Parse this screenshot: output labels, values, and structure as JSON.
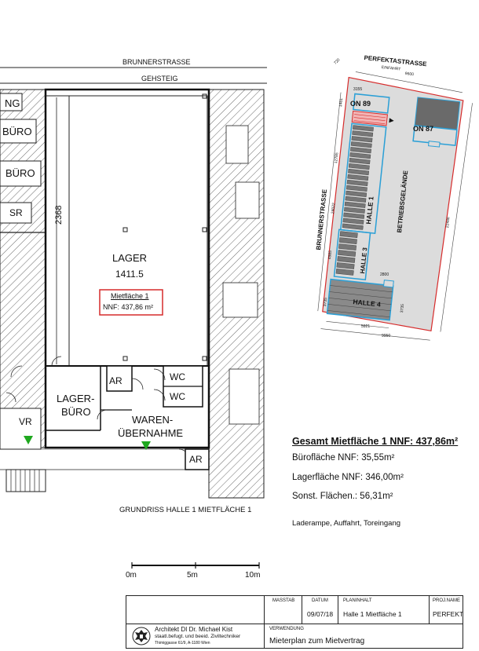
{
  "plan": {
    "street_top": "BRUNNERSTRASSE",
    "sidewalk": "GEHSTEIG",
    "left_rooms": [
      "NG",
      "BÜRO",
      "BÜRO",
      "SR"
    ],
    "dim_vertical": "2368",
    "lager_label": "LAGER",
    "lager_area": "1411.5",
    "mietflaeche_title": "Mietfläche 1",
    "mietflaeche_nnf": "NNF: 437,86 m²",
    "ar1": "AR",
    "wc1": "WC",
    "wc2": "WC",
    "lagerbuero_1": "LAGER-",
    "lagerbuero_2": "BÜRO",
    "waren_1": "WAREN-",
    "waren_2": "ÜBERNAHME",
    "ar2": "AR",
    "vr": "VR",
    "caption": "GRUNDRISS HALLE 1 MIETFLÄCHE 1"
  },
  "site": {
    "street_top": "PERFEKTASTRASSE",
    "einfahrt": "EINFAHRT",
    "dim_9600": "9600",
    "dim_3155": "3155",
    "dim_1461": "1461",
    "dim_12785": "12785",
    "dim_24022": "24022",
    "dim_4985": "4985",
    "dim_3735a": "3735",
    "dim_3735b": "3735",
    "dim_2800": "2800",
    "dim_5921": "5921",
    "dim_9950": "9950",
    "dim_22446": "22446",
    "dim_720": "720",
    "on89": "ON 89",
    "on87": "ON 87",
    "halle1": "HALLE 1",
    "halle3": "HALLE 3",
    "halle4": "HALLE 4",
    "betrieb": "BETRIEBSGELÄNDE",
    "street_left": "BRUNNERSTRASSE"
  },
  "summary": {
    "title": "Gesamt Mietfläche 1 NNF: 437,86m²",
    "buero": "Bürofläche NNF: 35,55m²",
    "lager": "Lagerfläche NNF: 346,00m²",
    "sonst": "Sonst. Flächen.: 56,31m²",
    "note": "Laderampe, Auffahrt, Toreingang"
  },
  "scale": {
    "s0": "0m",
    "s5": "5m",
    "s10": "10m"
  },
  "title_block": {
    "masstab_label": "MASSTAB",
    "datum_label": "DATUM",
    "datum": "09/07/18",
    "planinhalt_label": "PLANINHALT",
    "planinhalt": "Halle 1 Mietfläche 1",
    "projname_label": "PROJ.NAME",
    "projname": "PERFEKT",
    "architect": "Architekt DI Dr. Michael Kist",
    "architect_sub": "staatl.befugt. und beeid. Ziviltechniker",
    "address": "Thimiggasse 61/9, A-1180 Wien",
    "verwendung_label": "VERWENDUNG",
    "verwendung": "Mieterplan zum Mietvertrag"
  },
  "colors": {
    "outline_blue": "#2a9fd6",
    "red": "#d62b2b",
    "marker_green": "#1fa81f",
    "site_fill": "#dcdcdc",
    "building_fill": "#8a8a8a"
  }
}
